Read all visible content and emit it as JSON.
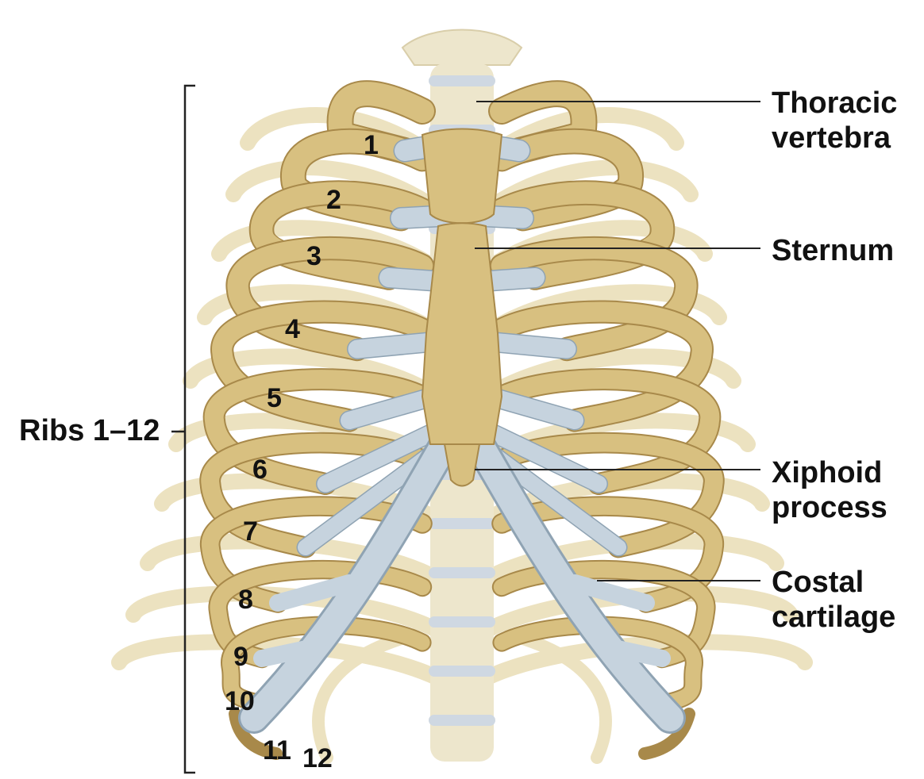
{
  "labels": {
    "thoracic_vertebra": [
      "Thoracic",
      "vertebra"
    ],
    "sternum": "Sternum",
    "xiphoid_process": [
      "Xiphoid",
      "process"
    ],
    "costal_cartilage": [
      "Costal",
      "cartilage"
    ],
    "ribs": "Ribs 1–12"
  },
  "rib_numbers": [
    "1",
    "2",
    "3",
    "4",
    "5",
    "6",
    "7",
    "8",
    "9",
    "10",
    "11",
    "12"
  ],
  "colors": {
    "bone": "#d8c080",
    "bone_dark": "#a8894a",
    "back_rib": "#ece2c0",
    "cartilage": "#c6d3de",
    "cartilage_edge": "#8fa3b3",
    "vertebra": "#ede6cc",
    "disc": "#cfd8e2",
    "leader_line": "#222222",
    "text": "#111111"
  }
}
